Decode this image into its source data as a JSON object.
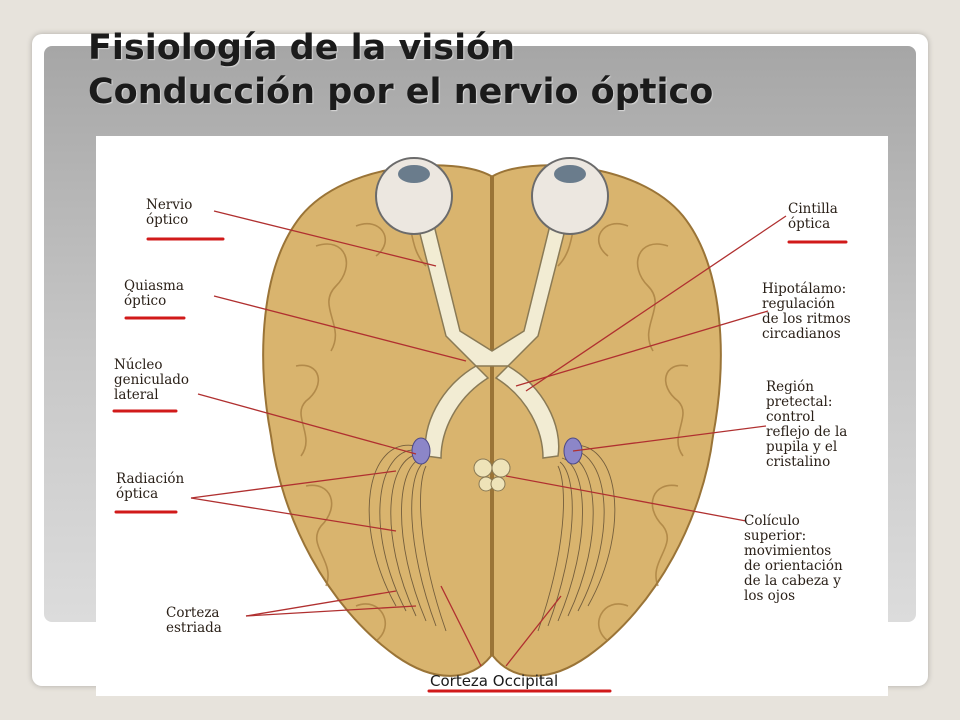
{
  "slide": {
    "title_line1": "Fisiología de la visión",
    "title_line2": "Conducción por el nervio óptico"
  },
  "colors": {
    "brain": "#d9b46e",
    "nerve": "#f2ecd3",
    "nucleus": "#8c86c8",
    "pointer_line": "#b03030",
    "underline": "#d11a1a"
  },
  "diagram": {
    "labels": {
      "nervio_optico": [
        "Nervio",
        "óptico"
      ],
      "quiasma_optico": [
        "Quiasma",
        "óptico"
      ],
      "nucleo_geniculado": [
        "Núcleo",
        "geniculado",
        "lateral"
      ],
      "radiacion_optica": [
        "Radiación",
        "óptica"
      ],
      "corteza_estriada": [
        "Corteza",
        "estriada"
      ],
      "cintilla_optica": [
        "Cintilla",
        "óptica"
      ],
      "hipotalamo": [
        "Hipotálamo:",
        "regulación",
        "de los ritmos",
        "circadianos"
      ],
      "region_pretectal": [
        "Región",
        "pretectal:",
        "control",
        "reflejo de la",
        "pupila y el",
        "cristalino"
      ],
      "coliculo_superior": [
        "Colículo",
        "superior:",
        "movimientos",
        "de orientación",
        "de la cabeza y",
        "los ojos"
      ],
      "corteza_occipital": "Corteza Occipital"
    }
  }
}
